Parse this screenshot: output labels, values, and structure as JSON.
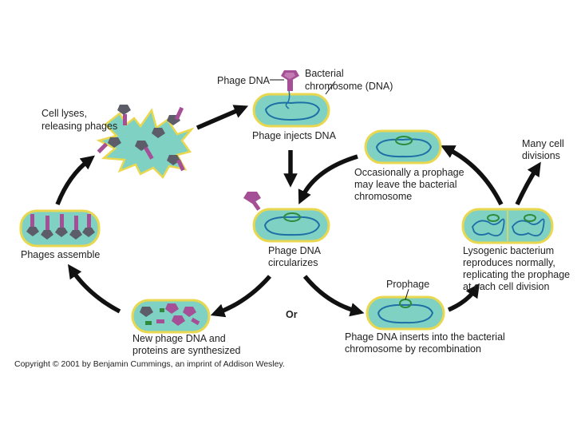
{
  "labels": {
    "phage_dna": "Phage DNA",
    "bacterial_chromosome_1": "Bacterial",
    "bacterial_chromosome_2": "chromosome (DNA)",
    "phage_injects": "Phage injects DNA",
    "cell_lyses_1": "Cell lyses,",
    "cell_lyses_2": "releasing phages",
    "occasionally_1": "Occasionally a prophage",
    "occasionally_2": "may leave the bacterial",
    "occasionally_3": "chromosome",
    "many_cell_1": "Many cell",
    "many_cell_2": "divisions",
    "phages_assemble": "Phages assemble",
    "circularizes_1": "Phage DNA",
    "circularizes_2": "circularizes",
    "lysogenic_1": "Lysogenic bacterium",
    "lysogenic_2": "reproduces normally,",
    "lysogenic_3": "replicating the prophage",
    "lysogenic_4": "at each cell division",
    "prophage": "Prophage",
    "or": "Or",
    "synthesized_1": "New phage DNA and",
    "synthesized_2": "proteins are synthesized",
    "inserts_1": "Phage DNA inserts into the bacterial",
    "inserts_2": "chromosome by recombination",
    "copyright": "Copyright © 2001 by Benjamin Cummings, an imprint of Addison Wesley."
  },
  "colors": {
    "cell_fill": "#7fd1c4",
    "cell_border": "#e9d84f",
    "dna": "#1e6fa5",
    "phage": "#a54f96",
    "phage_head": "#5d5d6a",
    "prophage": "#2f8a3c",
    "arrow": "#111111"
  }
}
